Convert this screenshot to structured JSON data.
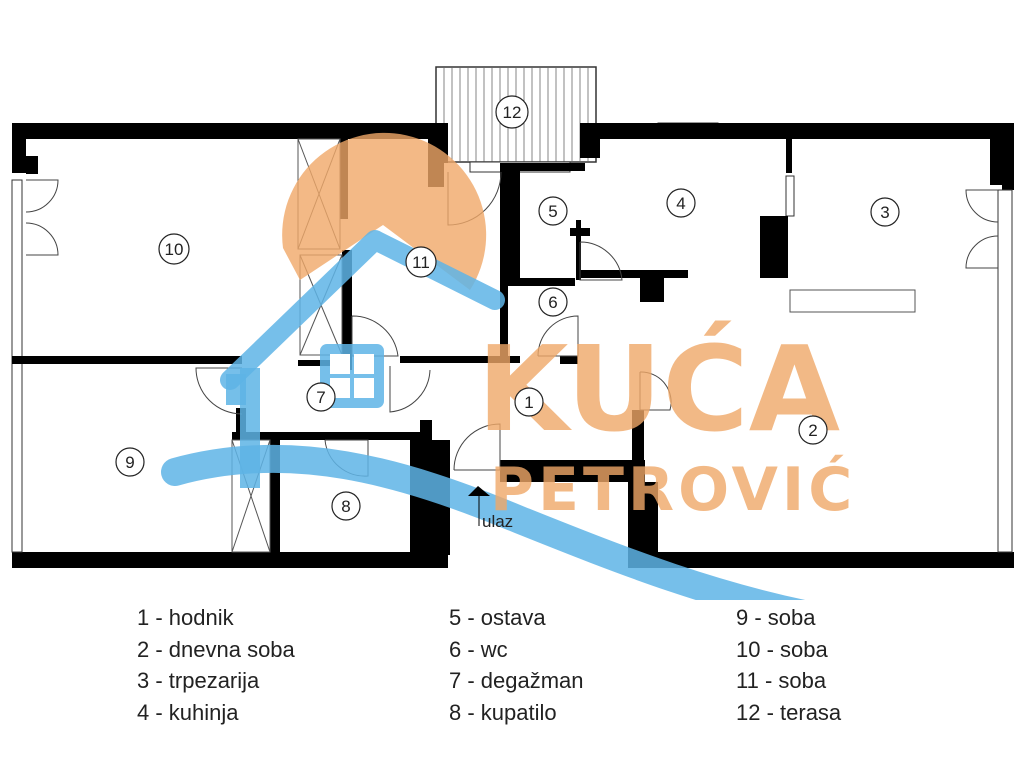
{
  "plan": {
    "room_markers": [
      {
        "id": "1",
        "label": "1"
      },
      {
        "id": "2",
        "label": "2"
      },
      {
        "id": "3",
        "label": "3"
      },
      {
        "id": "4",
        "label": "4"
      },
      {
        "id": "5",
        "label": "5"
      },
      {
        "id": "6",
        "label": "6"
      },
      {
        "id": "7",
        "label": "7"
      },
      {
        "id": "8",
        "label": "8"
      },
      {
        "id": "9",
        "label": "9"
      },
      {
        "id": "10",
        "label": "10"
      },
      {
        "id": "11",
        "label": "11"
      },
      {
        "id": "12",
        "label": "12"
      }
    ],
    "entrance_label": "ulaz",
    "colors": {
      "wall": "#000000",
      "logo_orange": "#f0a868",
      "logo_blue": "#5eb4e6"
    }
  },
  "watermark": {
    "line1": "KUĆA",
    "line2": "PETROVIĆ"
  },
  "legend": {
    "columns": [
      [
        "1 - hodnik",
        "2 - dnevna soba",
        "3 - trpezarija",
        "4 - kuhinja"
      ],
      [
        "5 - ostava",
        "6 - wc",
        "7 - degažman",
        "8 - kupatilo"
      ],
      [
        "9 - soba",
        "10 - soba",
        "11 - soba",
        "12 - terasa"
      ]
    ]
  }
}
